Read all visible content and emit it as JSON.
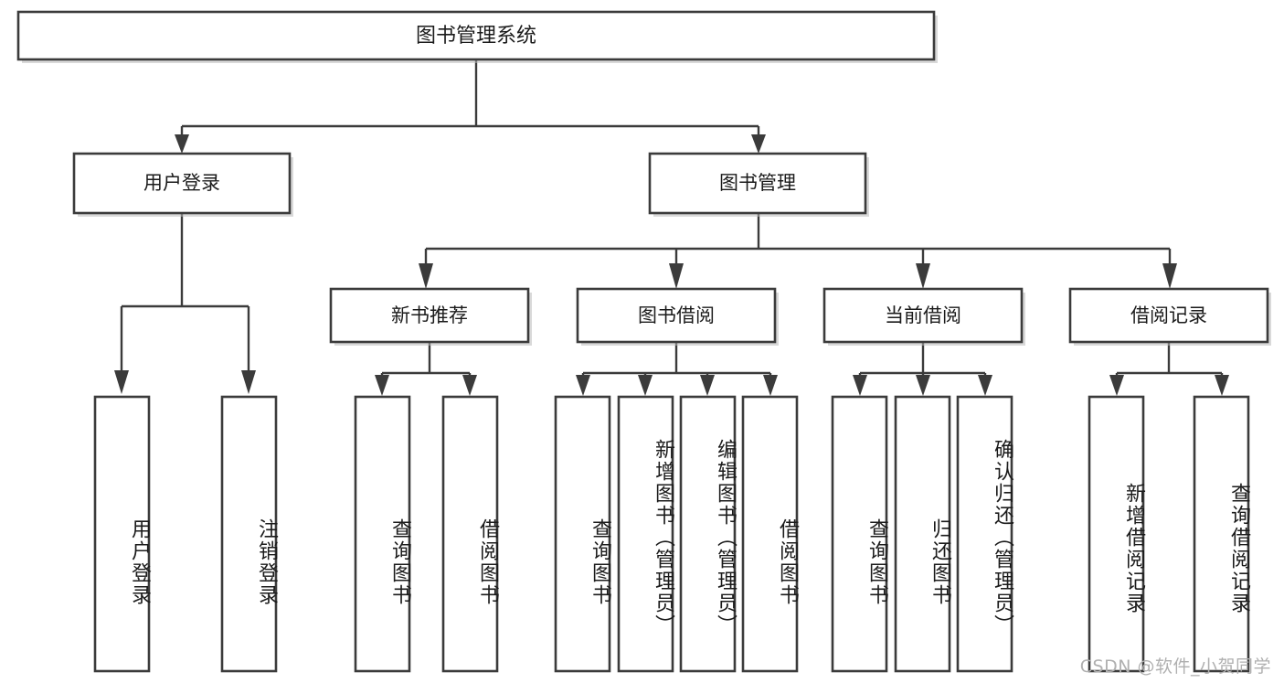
{
  "diagram": {
    "type": "tree",
    "title": "图书管理系统",
    "orientation": "top-down",
    "watermark": "CSDN @软件_小贺同学",
    "colors": {
      "background": "#ffffff",
      "box_stroke": "#3b3b3b",
      "box_fill": "#ffffff",
      "text": "#1b1b1b",
      "watermark": "#b0b0b0"
    },
    "root": {
      "id": "root",
      "label": "图书管理系统",
      "orientation": "horizontal"
    },
    "level2": [
      {
        "id": "user-login",
        "label": "用户登录",
        "orientation": "horizontal"
      },
      {
        "id": "book-manage",
        "label": "图书管理",
        "orientation": "horizontal"
      }
    ],
    "level3": [
      {
        "id": "new-book-recommend",
        "label": "新书推荐",
        "orientation": "horizontal",
        "parent": "book-manage"
      },
      {
        "id": "book-borrow",
        "label": "图书借阅",
        "orientation": "horizontal",
        "parent": "book-manage"
      },
      {
        "id": "current-borrow",
        "label": "当前借阅",
        "orientation": "horizontal",
        "parent": "book-manage"
      },
      {
        "id": "borrow-record",
        "label": "借阅记录",
        "orientation": "horizontal",
        "parent": "book-manage"
      }
    ],
    "leaves": [
      {
        "id": "leaf-user-login",
        "label": "用户登录",
        "parent": "user-login",
        "orientation": "vertical"
      },
      {
        "id": "leaf-user-logout",
        "label": "注销登录",
        "parent": "user-login",
        "orientation": "vertical"
      },
      {
        "id": "leaf-query-book-1",
        "label": "查询图书",
        "parent": "new-book-recommend",
        "orientation": "vertical"
      },
      {
        "id": "leaf-borrow-book-1",
        "label": "借阅图书",
        "parent": "new-book-recommend",
        "orientation": "vertical"
      },
      {
        "id": "leaf-query-book-2",
        "label": "查询图书",
        "parent": "book-borrow",
        "orientation": "vertical"
      },
      {
        "id": "leaf-add-book",
        "label": "新增图书（管理员）",
        "parent": "book-borrow",
        "orientation": "vertical"
      },
      {
        "id": "leaf-edit-book",
        "label": "编辑图书（管理员）",
        "parent": "book-borrow",
        "orientation": "vertical"
      },
      {
        "id": "leaf-borrow-book-2",
        "label": "借阅图书",
        "parent": "book-borrow",
        "orientation": "vertical"
      },
      {
        "id": "leaf-query-book-3",
        "label": "查询图书",
        "parent": "current-borrow",
        "orientation": "vertical"
      },
      {
        "id": "leaf-return-book",
        "label": "归还图书",
        "parent": "current-borrow",
        "orientation": "vertical"
      },
      {
        "id": "leaf-confirm-return",
        "label": "确认归还（管理员）",
        "parent": "current-borrow",
        "orientation": "vertical"
      },
      {
        "id": "leaf-add-record",
        "label": "新增借阅记录",
        "parent": "borrow-record",
        "orientation": "vertical"
      },
      {
        "id": "leaf-query-record",
        "label": "查询借阅记录",
        "parent": "borrow-record",
        "orientation": "vertical"
      }
    ]
  }
}
